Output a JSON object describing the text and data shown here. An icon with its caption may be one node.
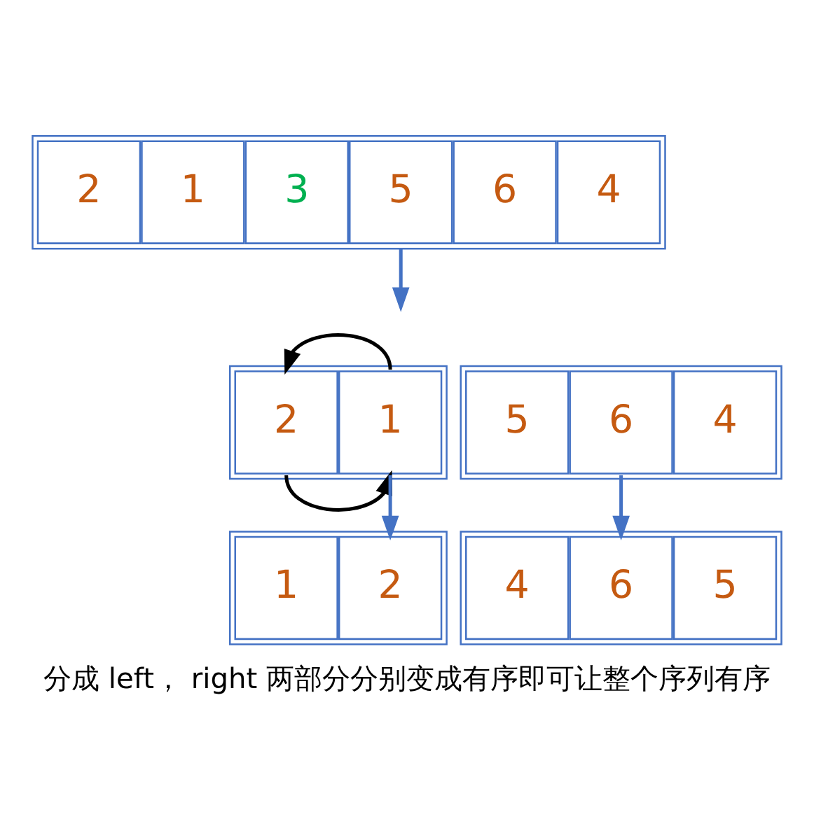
{
  "diagram": {
    "caption": "分成 left， right 两部分分别变成有序即可让整个序列有序",
    "nodes": [
      {
        "text": [],
        "shape": "box"
      },
      {
        "text": [
          "2"
        ],
        "in": 0
      },
      {
        "text": [
          "1"
        ],
        "in": 0
      },
      {
        "text": [
          "3"
        ],
        "in": 0
      },
      {
        "text": [
          "5"
        ],
        "in": 0
      },
      {
        "text": [
          "6"
        ],
        "in": 0
      },
      {
        "text": [
          "4"
        ],
        "in": 0
      },
      {
        "text": [],
        "shape": "box"
      },
      {
        "text": [
          "2"
        ],
        "in": 7
      },
      {
        "text": [
          "1"
        ],
        "in": 7
      },
      {
        "text": [],
        "shape": "box"
      },
      {
        "text": [
          "5"
        ],
        "in": 10
      },
      {
        "text": [
          "6"
        ],
        "in": 10
      },
      {
        "text": [
          "4"
        ],
        "in": 10
      },
      {
        "text": [],
        "shape": "box"
      },
      {
        "text": [
          "1"
        ],
        "in": 14
      },
      {
        "text": [
          "2"
        ],
        "in": 14
      },
      {
        "text": [],
        "shape": "box"
      },
      {
        "text": [
          "4"
        ],
        "in": 17
      },
      {
        "text": [
          "6"
        ],
        "in": 17
      },
      {
        "text": [
          "5"
        ],
        "in": 17
      }
    ],
    "edges": [
      {
        "from": 0,
        "to": null,
        "arrow": "to",
        "color": "#4472c4"
      },
      {
        "from": 9,
        "to": 8,
        "arrow": "to",
        "color": "#000000"
      },
      {
        "from": 8,
        "to": 9,
        "arrow": "to",
        "color": "#000000"
      },
      {
        "from": 7,
        "to": 14,
        "arrow": "to",
        "color": "#4472c4"
      },
      {
        "from": 10,
        "to": 17,
        "arrow": "to",
        "color": "#4472c4"
      }
    ]
  }
}
